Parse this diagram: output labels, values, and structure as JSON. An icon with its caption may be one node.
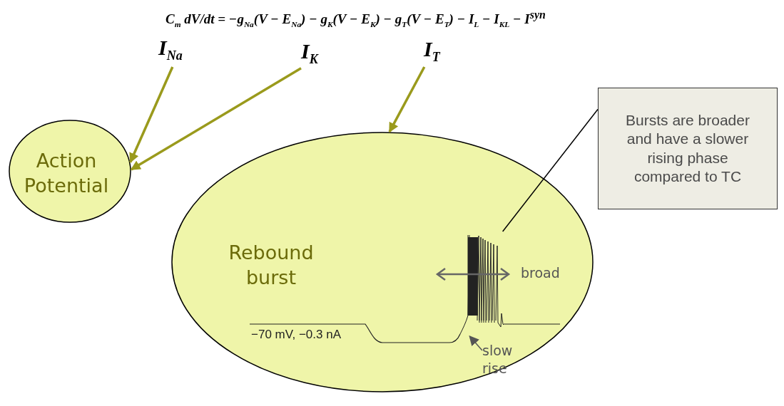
{
  "diagram": {
    "nodes": [
      {
        "text": [
          "I$_{Na}$"
        ]
      },
      {
        "text": [
          "I$_{K}$"
        ]
      },
      {
        "text": [
          "I$_{T}$"
        ]
      },
      {
        "text": [
          "Action Potential"
        ]
      },
      {
        "text": [
          "Rebound burst"
        ]
      },
      {
        "text": [
          "Bursts are broader and have a slower rising phase compared to TC"
        ]
      },
      {
        "text": [],
        "shape": "picture",
        "in": 4
      },
      {
        "text": [
          "slow rise"
        ],
        "in": 4
      }
    ],
    "edges": [
      {
        "from": 0,
        "to": 3,
        "arrow": "to"
      },
      {
        "from": 1,
        "to": 3,
        "arrow": "to"
      },
      {
        "from": 2,
        "to": 4,
        "arrow": "to"
      },
      {
        "from": 5,
        "to": 6,
        "arrow": "none",
        "color": "#000000"
      },
      {
        "from": 7,
        "to": 6,
        "arrow": "to",
        "color": "#555555"
      }
    ],
    "labels": [
      "C$_{m}$ dV/dt = −g$_{Na}$(V − E$_{Na}$) − g$_{K}$(V − E$_{K}$) − g$_{T}$(V − E$_{T}$) − I$_{L}$ − I$_{KL}$ − I$^{syn}$",
      "broad",
      "−70 mV, −0.3 nA"
    ]
  }
}
